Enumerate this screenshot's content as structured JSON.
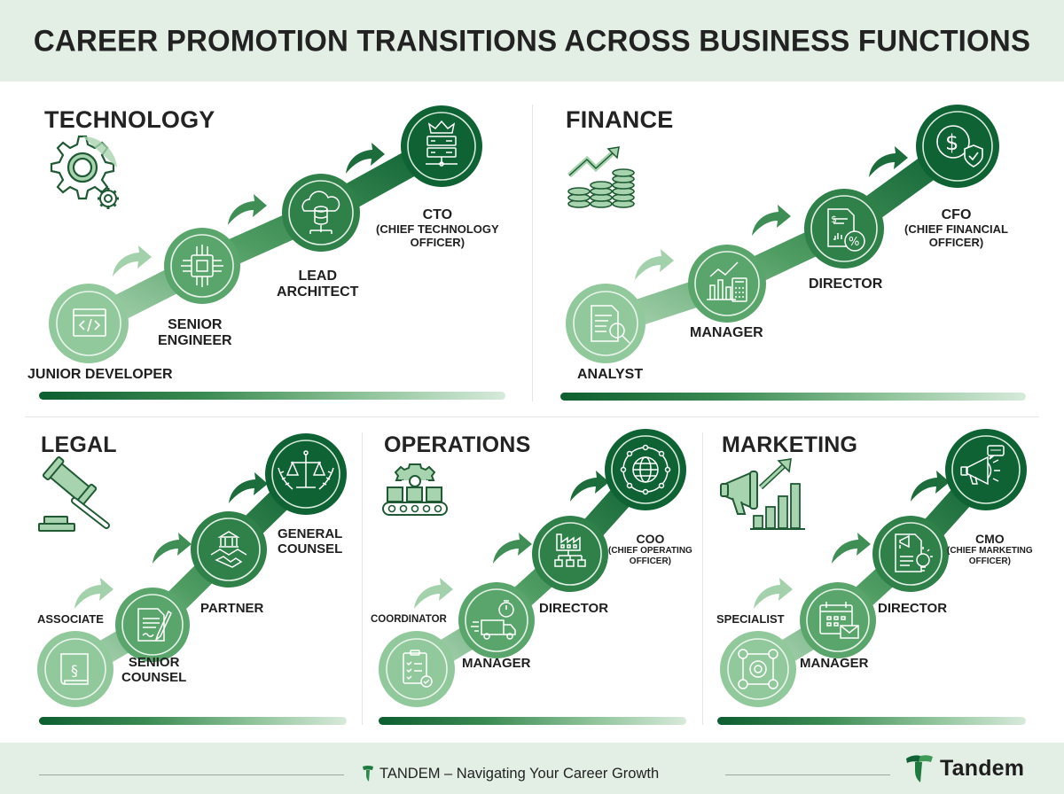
{
  "header": {
    "title": "CAREER PROMOTION TRANSITIONS ACROSS BUSINESS FUNCTIONS"
  },
  "colors": {
    "header_bg": "#e3efe5",
    "stage1": "#8fc79a",
    "stage2": "#5aa56b",
    "stage3": "#2e7d48",
    "stage4": "#0f6233",
    "text": "#222222"
  },
  "sections": {
    "technology": {
      "title": "TECHNOLOGY",
      "icon": "gears-icon",
      "stages": [
        {
          "line1": "JUNIOR DEVELOPER",
          "line2": "",
          "icon": "code-window-icon"
        },
        {
          "line1": "SENIOR",
          "line2": "ENGINEER",
          "icon": "microchip-icon"
        },
        {
          "line1": "LEAD",
          "line2": "ARCHITECT",
          "icon": "cloud-database-icon"
        },
        {
          "line1": "CTO",
          "line2": "(CHIEF TECHNOLOGY",
          "line3": "OFFICER)",
          "icon": "crown-server-icon"
        }
      ]
    },
    "finance": {
      "title": "FINANCE",
      "icon": "coins-growth-icon",
      "stages": [
        {
          "line1": "ANALYST",
          "line2": "",
          "icon": "spreadsheet-magnifier-icon"
        },
        {
          "line1": "MANAGER",
          "line2": "",
          "icon": "chart-calculator-icon"
        },
        {
          "line1": "DIRECTOR",
          "line2": "",
          "icon": "document-percent-icon"
        },
        {
          "line1": "CFO",
          "line2": "(CHIEF FINANCIAL",
          "line3": "OFFICER)",
          "icon": "dollar-shield-icon"
        }
      ]
    },
    "legal": {
      "title": "LEGAL",
      "icon": "gavel-icon",
      "stages": [
        {
          "line1": "ASSOCIATE",
          "line2": "",
          "icon": "law-book-icon"
        },
        {
          "line1": "SENIOR",
          "line2": "COUNSEL",
          "icon": "signed-contract-icon"
        },
        {
          "line1": "PARTNER",
          "line2": "",
          "icon": "handshake-courthouse-icon"
        },
        {
          "line1": "GENERAL",
          "line2": "COUNSEL",
          "icon": "scales-laurel-icon"
        }
      ]
    },
    "operations": {
      "title": "OPERATIONS",
      "icon": "conveyor-gear-icon",
      "stages": [
        {
          "line1": "COORDINATOR",
          "line2": "",
          "icon": "clipboard-check-icon"
        },
        {
          "line1": "MANAGER",
          "line2": "",
          "icon": "delivery-truck-icon"
        },
        {
          "line1": "DIRECTOR",
          "line2": "",
          "icon": "factory-org-icon"
        },
        {
          "line1": "COO",
          "line2": "(CHIEF OPERATING",
          "line3": "OFFICER)",
          "icon": "globe-network-icon"
        }
      ]
    },
    "marketing": {
      "title": "MARKETING",
      "icon": "megaphone-growth-icon",
      "stages": [
        {
          "line1": "SPECIALIST",
          "line2": "",
          "icon": "target-icon"
        },
        {
          "line1": "MANAGER",
          "line2": "",
          "icon": "calendar-mail-icon"
        },
        {
          "line1": "DIRECTOR",
          "line2": "",
          "icon": "document-megaphone-bulb-icon"
        },
        {
          "line1": "CMO",
          "line2": "(CHIEF MARKETING",
          "line3": "OFFICER)",
          "icon": "megaphone-speech-icon"
        }
      ]
    }
  },
  "footer": {
    "tagline": "TANDEM – Navigating Your Career Growth",
    "brand": "Tandem"
  }
}
